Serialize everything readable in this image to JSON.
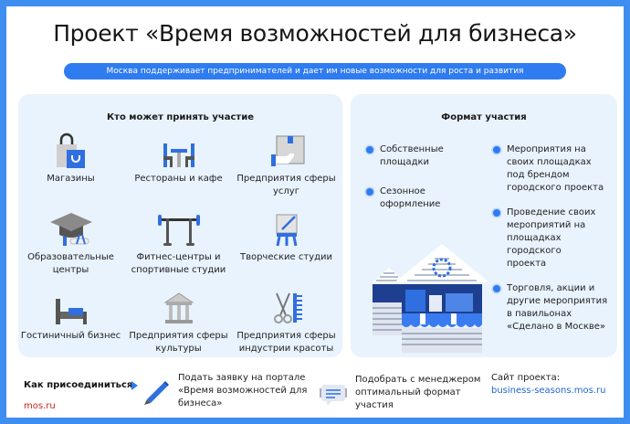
{
  "header": {
    "title": "Проект «Время возможностей для бизнеса»",
    "subtitle": "Москва поддерживает предпринимателей и дает им новые возможности для роста и развития"
  },
  "who": {
    "title": "Кто может принять участие",
    "items": [
      {
        "label": "Магазины",
        "icon": "shopping-bag-icon"
      },
      {
        "label": "Рестораны и кафе",
        "icon": "cafe-table-icon"
      },
      {
        "label": "Предприятия сферы услуг",
        "icon": "service-box-hand-icon"
      },
      {
        "label": "Образовательные центры",
        "icon": "graduation-cap-icon"
      },
      {
        "label": "Фитнес-центры и спортивные студии",
        "icon": "barbell-icon"
      },
      {
        "label": "Творческие студии",
        "icon": "easel-icon"
      },
      {
        "label": "Гостиничный бизнес",
        "icon": "bed-icon"
      },
      {
        "label": "Предприятия сферы культуры",
        "icon": "museum-icon"
      },
      {
        "label": "Предприятия сферы индустрии красоты",
        "icon": "scissors-comb-icon"
      }
    ]
  },
  "format": {
    "title": "Формат участия",
    "left_items": [
      "Собственные площадки",
      "Сезонное оформление"
    ],
    "right_items": [
      "Мероприятия на своих площадках под брендом городского проекта",
      "Проведение своих мероприятий на площадках городского проекта",
      "Торговля, акции и другие мероприятия в павильонах «Сделано в Москве»"
    ]
  },
  "join": {
    "label": "Как присоединиться",
    "step1": "Подать заявку на портале «Время возможностей для бизнеса»",
    "step2": "Подобрать с менеджером оптимальный формат участия",
    "site_label": "Сайт проекта:",
    "site_url": "business-seasons.mos.ru",
    "brand": "mos.ru"
  },
  "colors": {
    "frame": "#3d8ef0",
    "accent": "#2f7cf0",
    "panel": "#e9f3fd",
    "brand_red": "#c8261c",
    "link": "#1f66d6"
  }
}
